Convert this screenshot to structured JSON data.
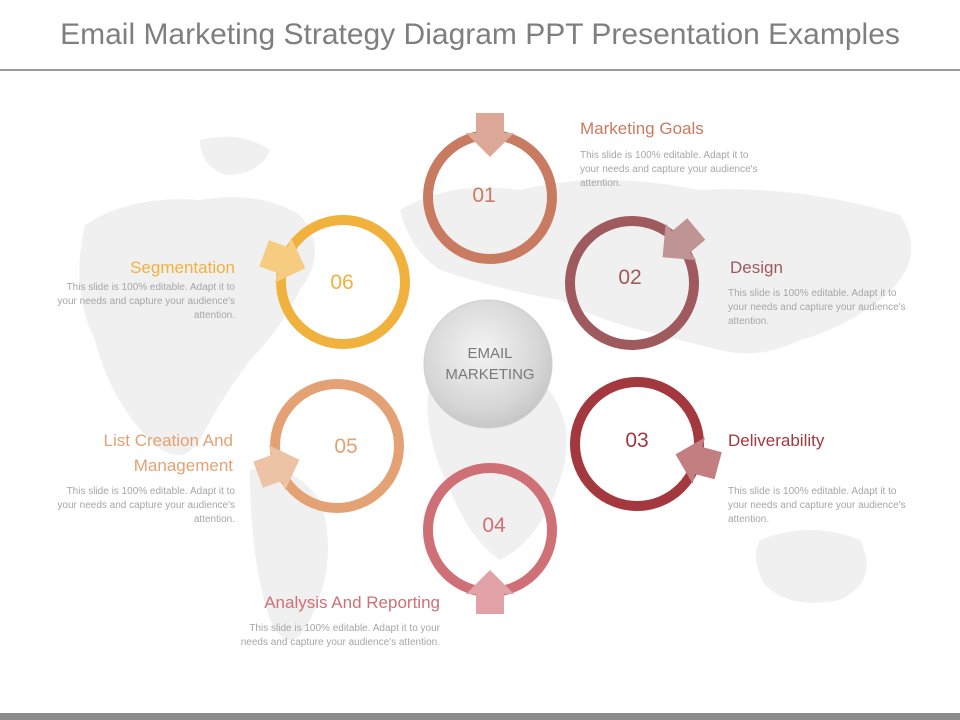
{
  "slide": {
    "title": "Email Marketing Strategy Diagram PPT Presentation Examples"
  },
  "hub": {
    "text": "EMAIL\nMARKETING"
  },
  "steps": [
    {
      "number": "01",
      "label": "Marketing Goals",
      "description": "This slide is 100% editable. Adapt it to your needs and capture your audience's attention.",
      "color": "#c97b62"
    },
    {
      "number": "02",
      "label": "Design",
      "description": "This slide is 100% editable. Adapt it to your needs and capture your audience's attention.",
      "color": "#9e5a5c"
    },
    {
      "number": "03",
      "label": "Deliverability",
      "description": "This slide is 100% editable. Adapt it to your needs and capture your audience's attention.",
      "color": "#a3383f"
    },
    {
      "number": "04",
      "label": "Analysis And Reporting",
      "description": "This slide is 100% editable. Adapt it to your needs and capture your audience's attention.",
      "color": "#cf7077"
    },
    {
      "number": "05",
      "label": "List Creation And Management",
      "description": "This slide is 100% editable. Adapt it to your needs and capture your audience's attention.",
      "color": "#e4a274"
    },
    {
      "number": "06",
      "label": "Segmentation",
      "description": "This slide is 100% editable. Adapt it to your needs and capture your audience's attention.",
      "color": "#f1b13d"
    }
  ]
}
